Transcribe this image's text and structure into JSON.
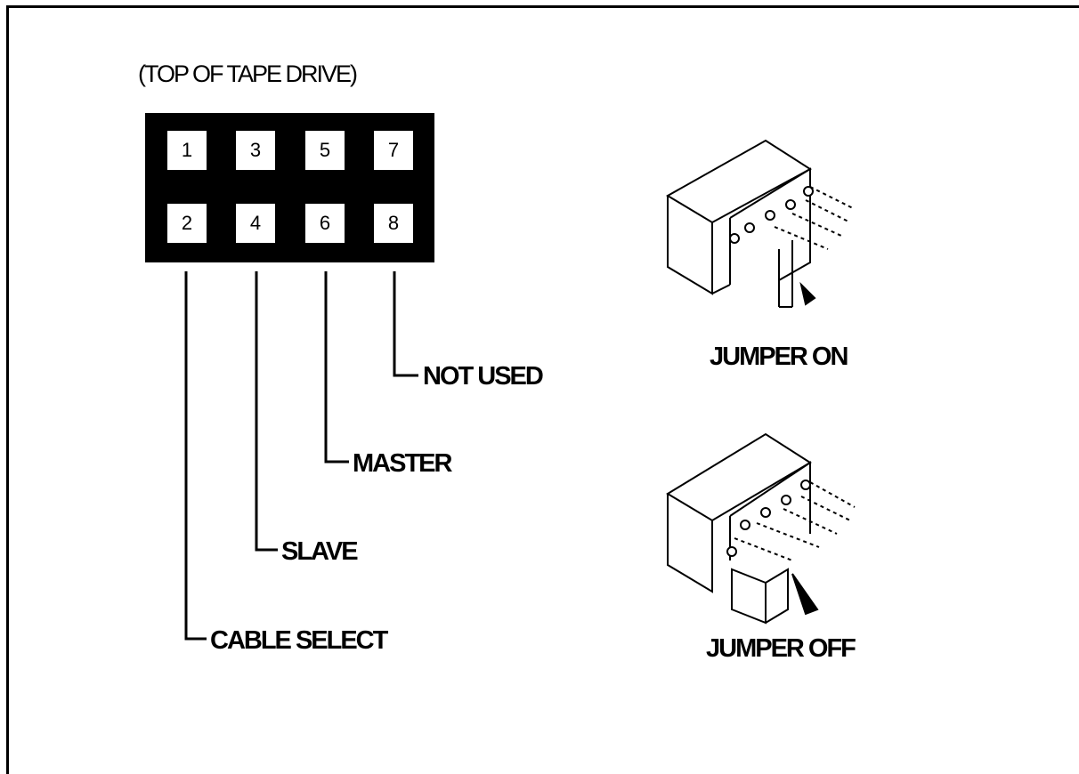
{
  "header": {
    "title": "(TOP OF TAPE DRIVE)"
  },
  "pins": {
    "top": [
      "1",
      "3",
      "5",
      "7"
    ],
    "bottom": [
      "2",
      "4",
      "6",
      "8"
    ]
  },
  "leads": {
    "cable_select": "CABLE SELECT",
    "slave": "SLAVE",
    "master": "MASTER",
    "not_used": "NOT USED"
  },
  "jumpers": {
    "on_label": "JUMPER ON",
    "off_label": "JUMPER OFF"
  }
}
